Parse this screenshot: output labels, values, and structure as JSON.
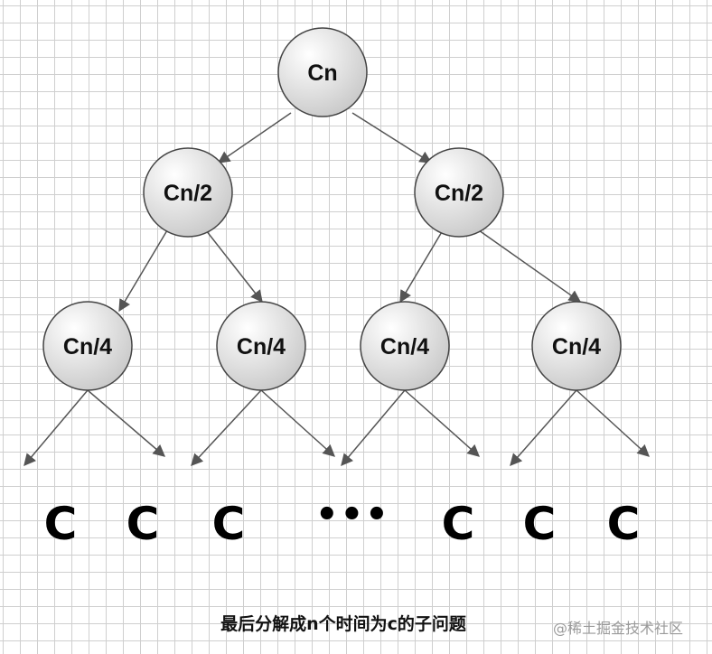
{
  "diagram": {
    "root": "Cn",
    "level1": [
      "Cn/2",
      "Cn/2"
    ],
    "level2": [
      "Cn/4",
      "Cn/4",
      "Cn/4",
      "Cn/4"
    ],
    "leaves": [
      "C",
      "C",
      "C",
      "C",
      "C",
      "C"
    ],
    "ellipsis": "•••",
    "caption": "最后分解成n个时间为c的子问题"
  },
  "watermark": "@稀土掘金技术社区",
  "colors": {
    "grid": "#cfcfcf",
    "node_fill_light": "#ffffff",
    "node_fill_dark": "#c9c9c9",
    "node_stroke": "#444444",
    "edge": "#555555"
  }
}
